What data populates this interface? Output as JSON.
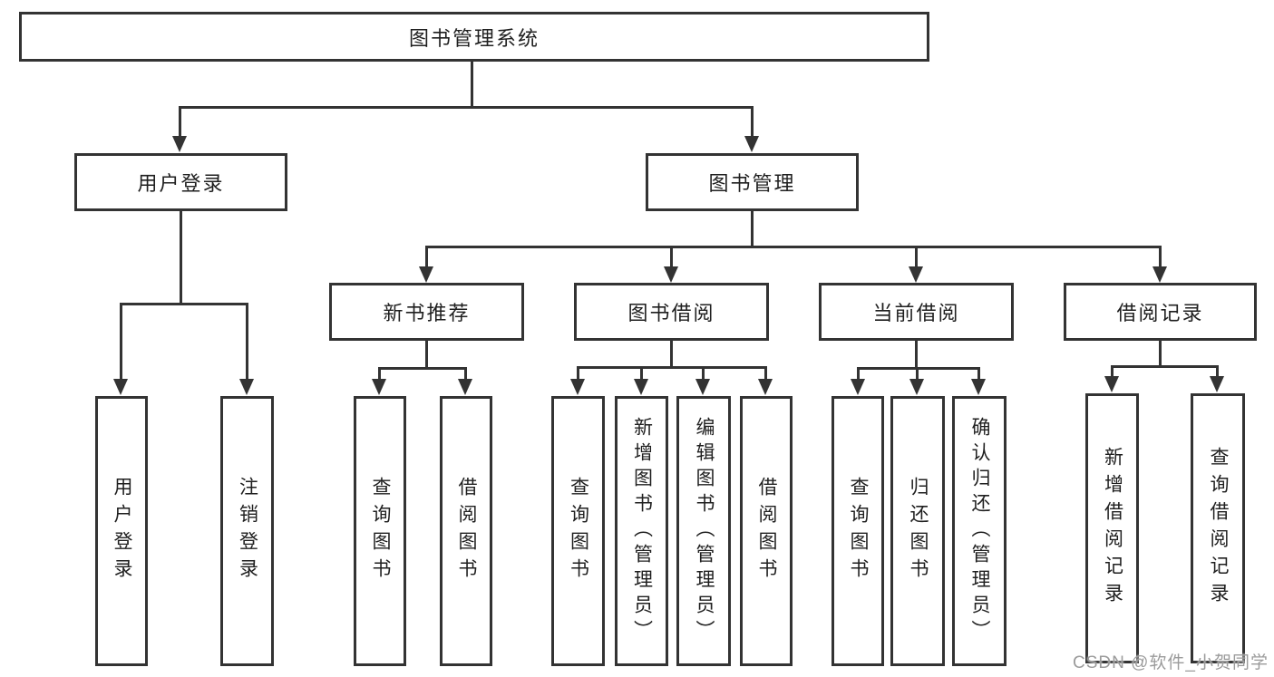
{
  "tree": {
    "root": "图书管理系统",
    "branches": [
      {
        "label": "用户登录",
        "children": [
          "用户登录",
          "注销登录"
        ]
      },
      {
        "label": "图书管理",
        "sections": [
          {
            "label": "新书推荐",
            "children": [
              "查询图书",
              "借阅图书"
            ]
          },
          {
            "label": "图书借阅",
            "children": [
              "查询图书",
              "新增图书（管理员）",
              "编辑图书（管理员）",
              "借阅图书"
            ]
          },
          {
            "label": "当前借阅",
            "children": [
              "查询图书",
              "归还图书",
              "确认归还（管理员）"
            ]
          },
          {
            "label": "借阅记录",
            "children": [
              "新增借阅记录",
              "查询借阅记录"
            ]
          }
        ]
      }
    ]
  },
  "watermark": "CSDN @软件_小贺同学",
  "colors": {
    "line": "#333333",
    "text": "#1f1f1f",
    "background": "#ffffff",
    "watermark": "#9b9b9b"
  }
}
